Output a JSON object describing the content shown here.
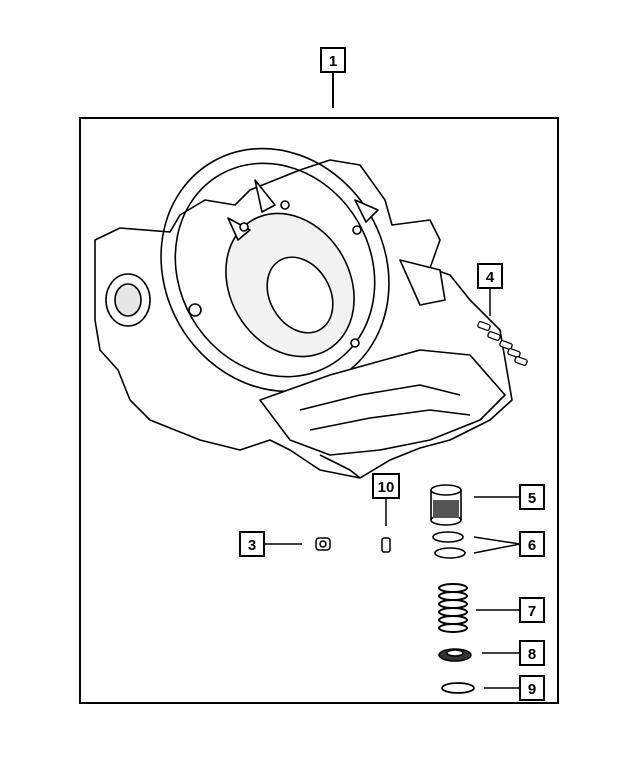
{
  "diagram": {
    "callouts": {
      "c1": "1",
      "c3": "3",
      "c4": "4",
      "c5": "5",
      "c6": "6",
      "c7": "7",
      "c8": "8",
      "c9": "9",
      "c10": "10"
    },
    "colors": {
      "line": "#000000",
      "background": "#ffffff"
    }
  }
}
